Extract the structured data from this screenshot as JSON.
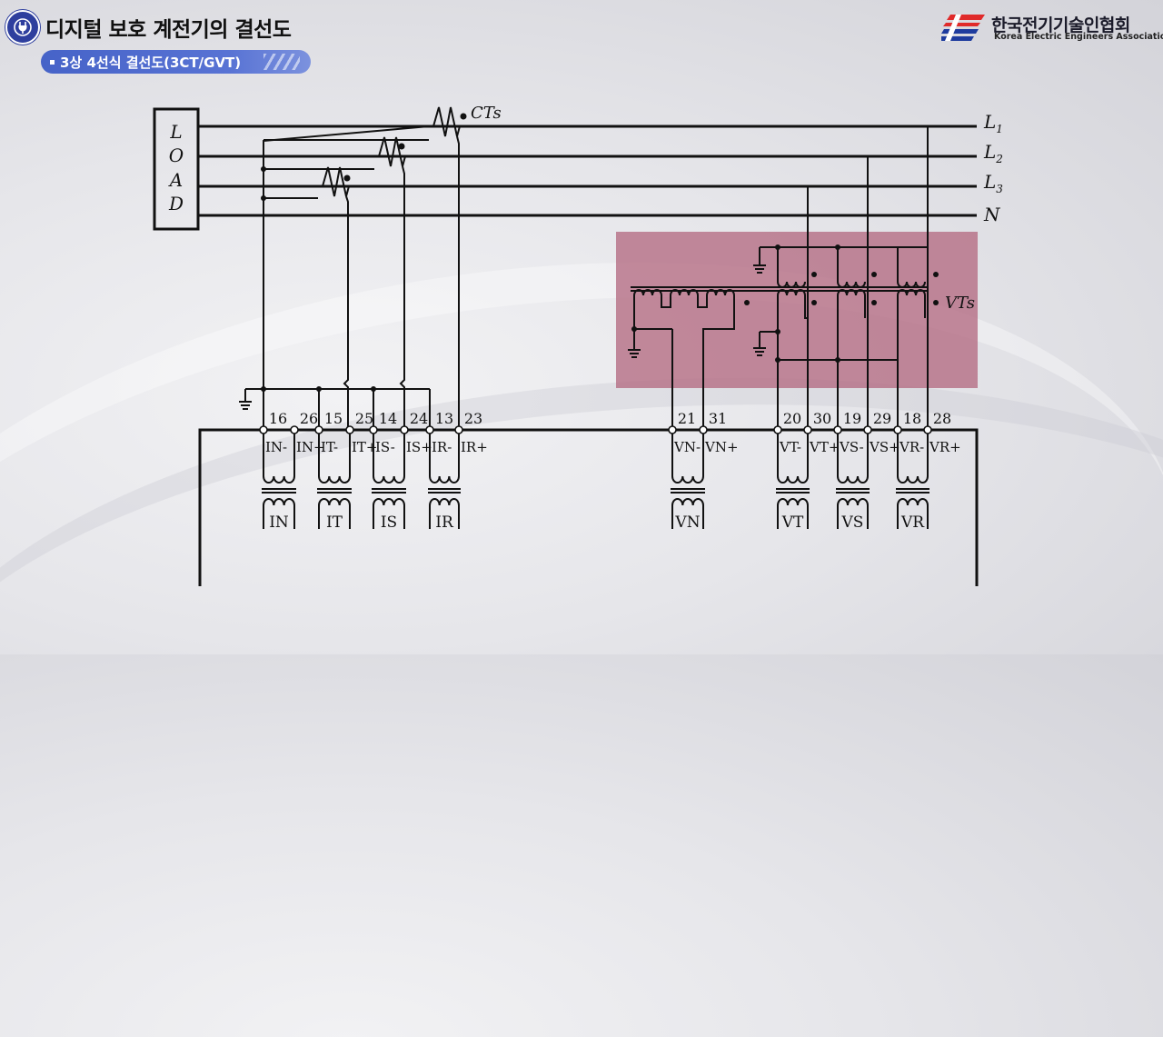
{
  "header": {
    "title": "디지털 보호 계전기의 결선도",
    "subtitle": "3상 4선식 결선도(3CT/GVT)",
    "icon": "plug-icon",
    "accent_color": "#2e3f9e"
  },
  "logo": {
    "name_ko": "한국전기기술인협회",
    "name_en": "Korea Electric Engineers Association",
    "colors": [
      "#e02a2a",
      "#1e3c9e"
    ]
  },
  "diagram": {
    "load_letters": [
      "L",
      "O",
      "A",
      "D"
    ],
    "lines": [
      "L",
      "L",
      "L",
      "N"
    ],
    "line_subscripts": [
      "1",
      "2",
      "3",
      ""
    ],
    "ct_label": "CTs",
    "vt_label": "VTs",
    "vt_box_color": "#b46a82",
    "terminals": [
      "16",
      "26",
      "15",
      "25",
      "14",
      "24",
      "13",
      "23",
      "21",
      "31",
      "20",
      "30",
      "19",
      "29",
      "18",
      "28"
    ],
    "terminal_labels": [
      "IN-",
      "IN+",
      "IT-",
      "IT+",
      "IS-",
      "IS+",
      "IR-",
      "IR+",
      "VN-",
      "VN+",
      "VT-",
      "VT+",
      "VS-",
      "VS+",
      "VR-",
      "VR+"
    ],
    "elements": [
      "IN",
      "IT",
      "IS",
      "IR",
      "VN",
      "VT",
      "VS",
      "VR"
    ]
  }
}
